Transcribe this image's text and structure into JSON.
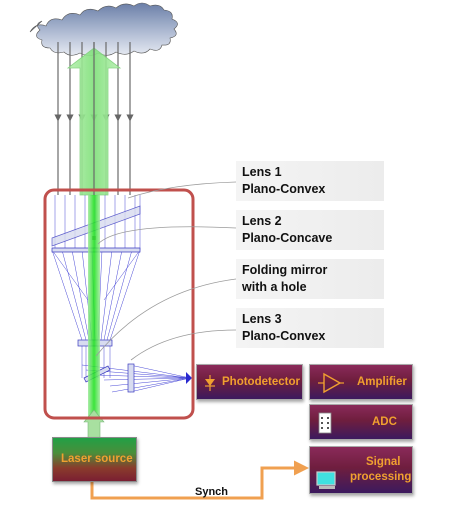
{
  "lens_labels": [
    {
      "line1": "Lens 1",
      "line2": "Plano-Convex"
    },
    {
      "line1": "Lens 2",
      "line2": "Plano-Concave"
    },
    {
      "line1": "Folding mirror",
      "line2": "with a hole"
    },
    {
      "line1": "Lens 3",
      "line2": "Plano-Convex"
    }
  ],
  "blocks": {
    "photodetector": "Photodetector",
    "amplifier": "Amplifier",
    "adc": "ADC",
    "signal_processing_line1": "Signal",
    "signal_processing_line2": "processing"
  },
  "laser_source": "Laser source",
  "synch": "Synch",
  "colors": {
    "frame": "#c0504d",
    "beam": "#22e022",
    "rays": "#2828c8",
    "wire": "#f0a050",
    "block_text": "#f0a030"
  }
}
